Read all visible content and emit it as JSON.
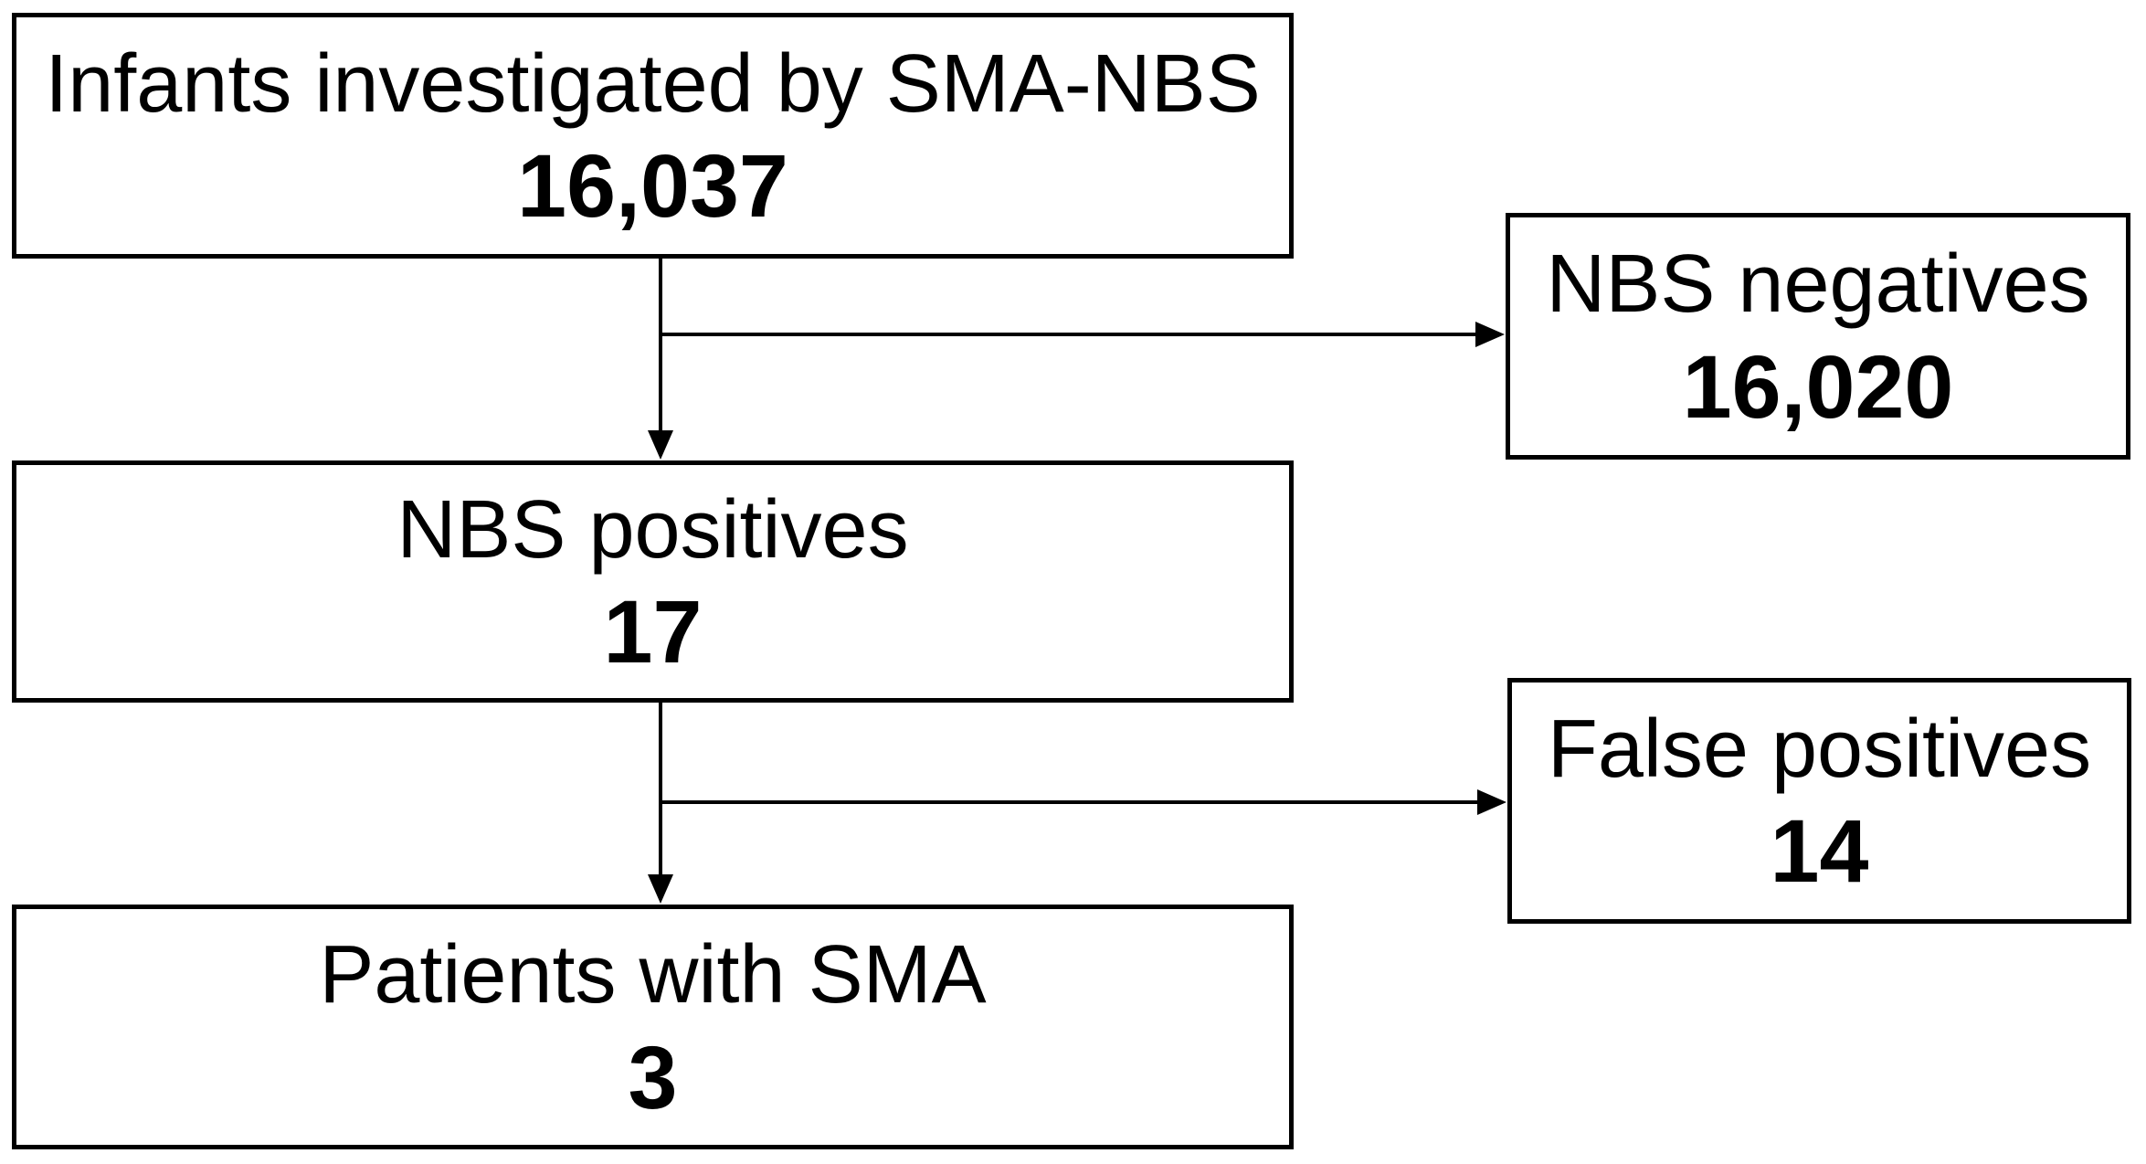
{
  "diagram": {
    "type": "flowchart",
    "background_color": "#ffffff",
    "line_color": "#000000",
    "text_color": "#000000",
    "nodes": [
      {
        "id": "investigated",
        "label": "Infants investigated by SMA-NBS",
        "value": "16,037"
      },
      {
        "id": "nbs-negatives",
        "label": "NBS negatives",
        "value": "16,020"
      },
      {
        "id": "nbs-positives",
        "label": "NBS positives",
        "value": "17"
      },
      {
        "id": "false-positives",
        "label": "False positives",
        "value": "14"
      },
      {
        "id": "patients-with-sma",
        "label": "Patients with SMA",
        "value": "3"
      }
    ],
    "edges": [
      {
        "from": "investigated",
        "to": "nbs-negatives"
      },
      {
        "from": "investigated",
        "to": "nbs-positives"
      },
      {
        "from": "nbs-positives",
        "to": "false-positives"
      },
      {
        "from": "nbs-positives",
        "to": "patients-with-sma"
      }
    ]
  }
}
